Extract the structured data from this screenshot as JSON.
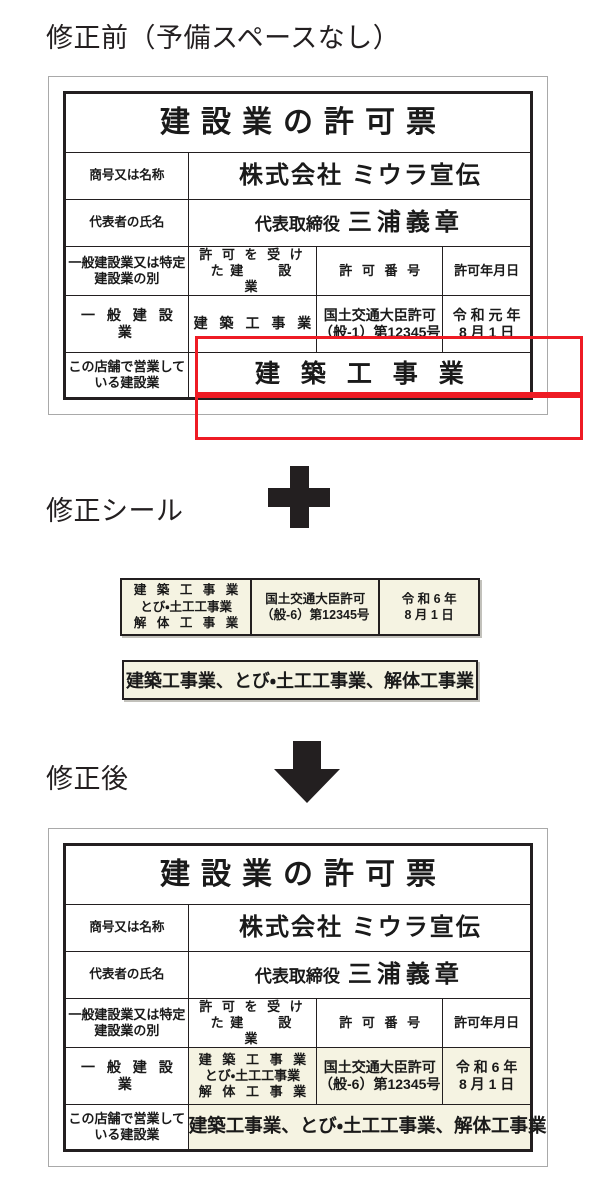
{
  "sections": {
    "before_title": "修正前（予備スペースなし）",
    "sticker_title": "修正シール",
    "after_title": "修正後"
  },
  "icons": {
    "plus": "plus-sign",
    "arrow": "down-arrow"
  },
  "colors": {
    "highlight_red": "#ee1b24",
    "sticker_cream": "#f5f3e2",
    "ink": "#231f20",
    "frame_gray": "#a9a9a9"
  },
  "sign": {
    "header": "建設業の許可票",
    "labels": {
      "company": "商号又は名称",
      "representative": "代表者の氏名",
      "license_class": "一般建設業又は\n特定建設業の別",
      "licensed_trade": "許 可 を 受 け た\n建　　設　　業",
      "license_number": "許 可 番 号",
      "license_date": "許可年月日",
      "shop_trades": "この店舗で営業\nしている建設業"
    },
    "values": {
      "company": "株式会社 ミウラ宣伝",
      "rep_title": "代表取締役",
      "rep_name": "三浦義章",
      "class": "一 般 建 設 業"
    }
  },
  "before": {
    "trade": "建 築 工 事 業",
    "number_line1": "国土交通大臣許可",
    "number_line2": "（般-1）第12345号",
    "date_line1": "令 和 元 年",
    "date_line2": "8 月 1 日",
    "shop_trades": "建 築 工 事 業"
  },
  "sticker": {
    "trades": [
      "建 築 工 事 業",
      "とび・土工工事業",
      "解 体 工 事 業"
    ],
    "number_line1": "国土交通大臣許可",
    "number_line2": "（般-6）第12345号",
    "date_line1": "令 和 6 年",
    "date_line2": "8 月 1 日",
    "shop_trades": "建築工事業、とび・土工工事業、解体工事業"
  },
  "after": {
    "trades": [
      "建 築 工 事 業",
      "とび・土工工事業",
      "解 体 工 事 業"
    ],
    "number_line1": "国土交通大臣許可",
    "number_line2": "（般-6）第12345号",
    "date_line1": "令 和 6 年",
    "date_line2": "8 月 1 日",
    "shop_trades": "建築工事業、とび・土工工事業、解体工事業"
  }
}
